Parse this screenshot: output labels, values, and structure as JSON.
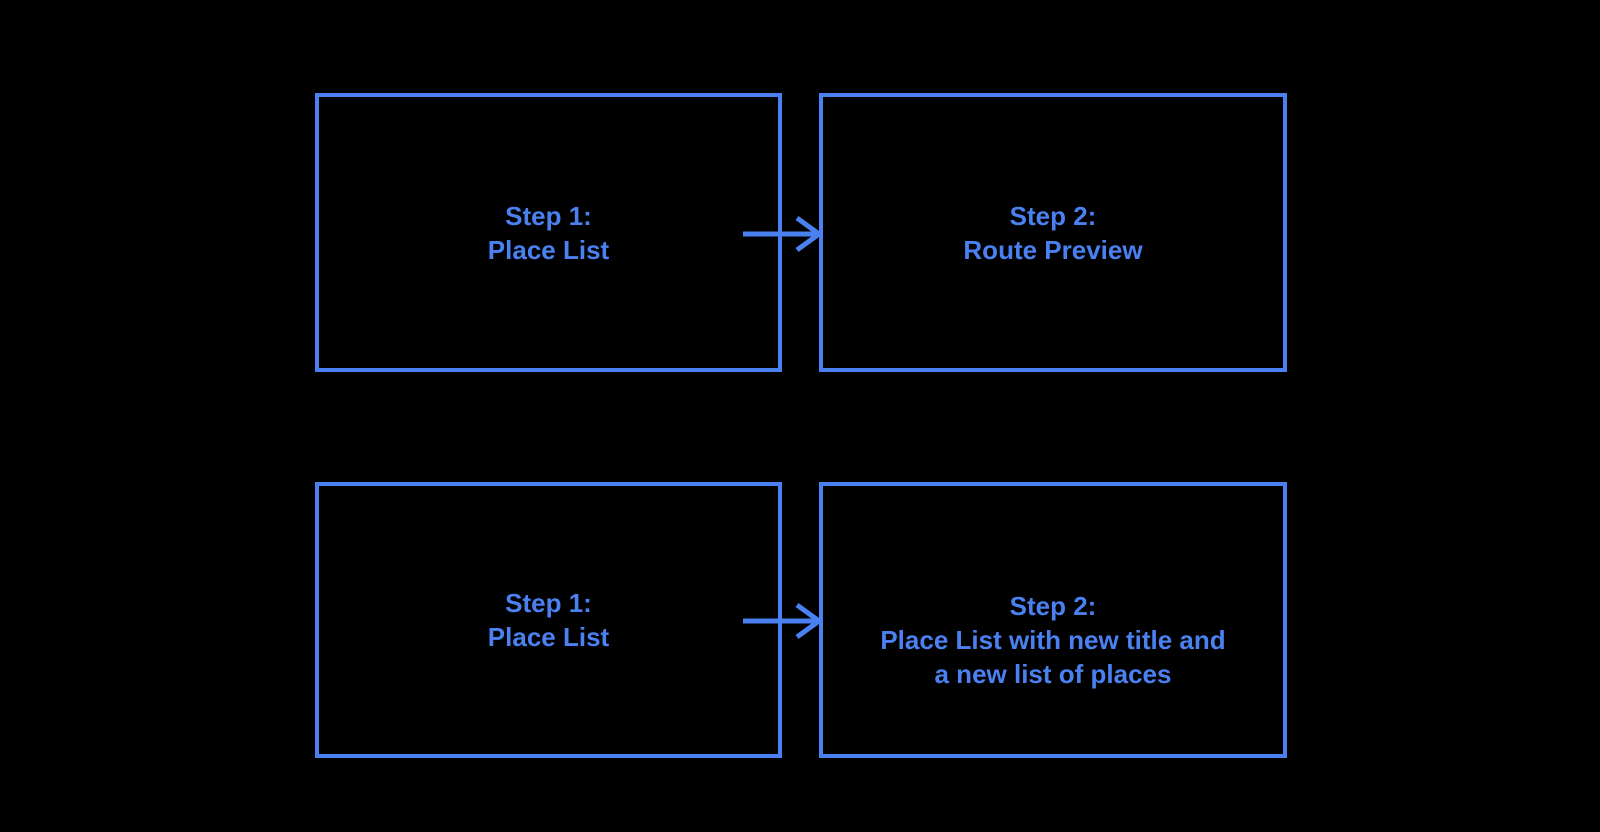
{
  "colors": {
    "background": "#000000",
    "accent": "#4A80F0"
  },
  "flow": {
    "rows": [
      {
        "from": {
          "lines": [
            "Step 1:",
            "Place List"
          ]
        },
        "connector": "arrow-right",
        "to": {
          "lines": [
            "Step 2:",
            "Route Preview"
          ]
        }
      },
      {
        "from": {
          "lines": [
            "Step 1:",
            "Place List"
          ]
        },
        "connector": "arrow-right",
        "to": {
          "lines": [
            "Step 2:",
            "Place List with new title and",
            "a new list of places"
          ]
        }
      }
    ]
  }
}
